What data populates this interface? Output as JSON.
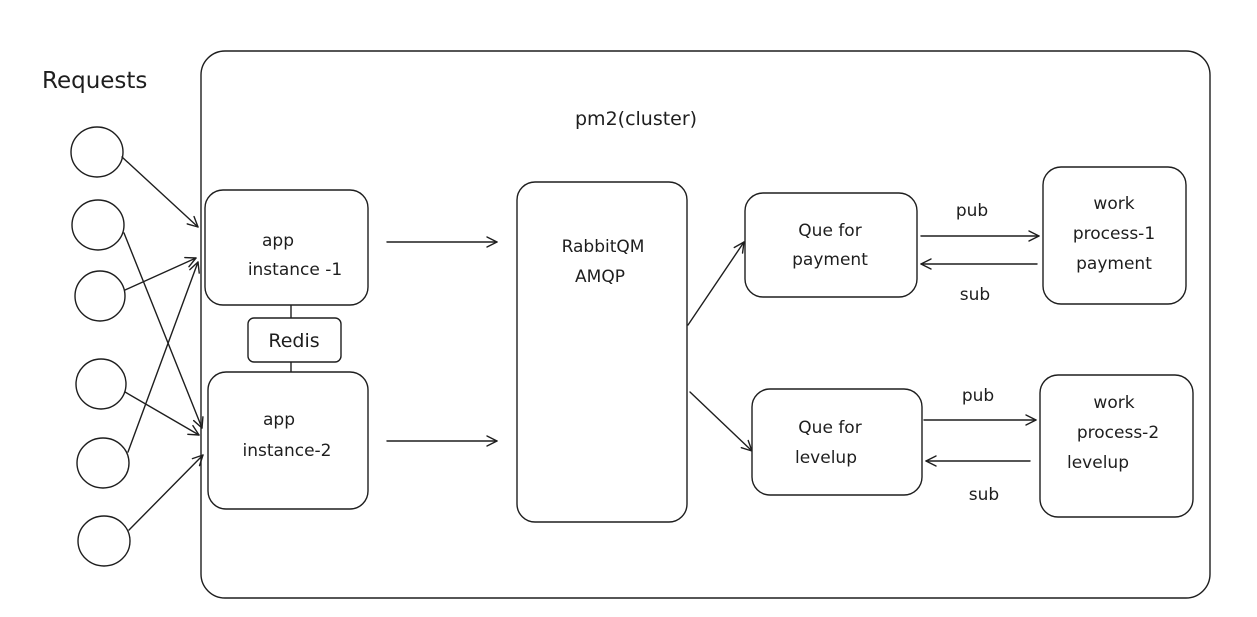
{
  "labels": {
    "requests": "Requests",
    "cluster": "pm2(cluster)",
    "redis": "Redis",
    "app1_l1": "app",
    "app1_l2": "instance -1",
    "app2_l1": "app",
    "app2_l2": "instance-2",
    "rabbit_l1": "RabbitQM",
    "rabbit_l2": "AMQP",
    "que1_l1": "Que for",
    "que1_l2": "payment",
    "que2_l1": "Que for",
    "que2_l2": "levelup",
    "work1_l1": "work",
    "work1_l2": "process-1",
    "work1_l3": "payment",
    "work2_l1": "work",
    "work2_l2": "process-2",
    "work2_l3": "levelup",
    "pub1": "pub",
    "sub1": "sub",
    "pub2": "pub",
    "sub2": "sub"
  },
  "colors": {
    "stroke": "#1e1e1e",
    "background": "#ffffff"
  }
}
